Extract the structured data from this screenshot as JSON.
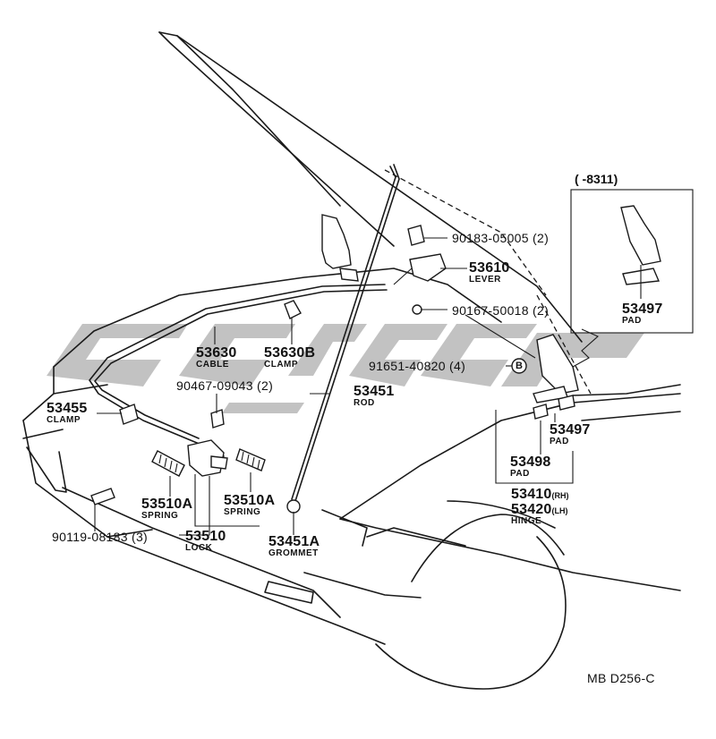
{
  "colors": {
    "line": "#1a1a1a",
    "watermark": "#999999",
    "background": "#ffffff"
  },
  "inset": {
    "range": "(       -8311)"
  },
  "bolt_b_symbol": "B",
  "parts": [
    {
      "id": "p1",
      "number": "90183-05005",
      "qty": "(2)"
    },
    {
      "id": "p2",
      "number": "53610",
      "name": "LEVER"
    },
    {
      "id": "p3",
      "number": "90167-50018",
      "qty": "(2)"
    },
    {
      "id": "p4",
      "number": "53497",
      "name": "PAD"
    },
    {
      "id": "p5",
      "number": "53630",
      "name": "CABLE"
    },
    {
      "id": "p6",
      "number": "53630B",
      "name": "CLAMP"
    },
    {
      "id": "p7",
      "number": "91651-40820",
      "qty": "(4)"
    },
    {
      "id": "p8",
      "number": "53451",
      "name": "ROD"
    },
    {
      "id": "p9",
      "number": "90467-09043",
      "qty": "(2)"
    },
    {
      "id": "p10",
      "number": "53455",
      "name": "CLAMP"
    },
    {
      "id": "p11",
      "number": "53497",
      "name": "PAD"
    },
    {
      "id": "p12",
      "number": "53498",
      "name": "PAD"
    },
    {
      "id": "p13",
      "number": "53510A",
      "name": "SPRING"
    },
    {
      "id": "p14",
      "number": "53510A",
      "name": "SPRING"
    },
    {
      "id": "p15",
      "number": "53410",
      "suffix": "(RH)"
    },
    {
      "id": "p16",
      "number": "53420",
      "suffix": "(LH)",
      "name": "HINGE"
    },
    {
      "id": "p17",
      "number": "53510",
      "name": "LOCK"
    },
    {
      "id": "p18",
      "number": "53451A",
      "name": "GROMMET"
    },
    {
      "id": "p19",
      "number": "90119-08183",
      "qty": "(3)"
    }
  ],
  "diagram_code": "MB D256-C"
}
